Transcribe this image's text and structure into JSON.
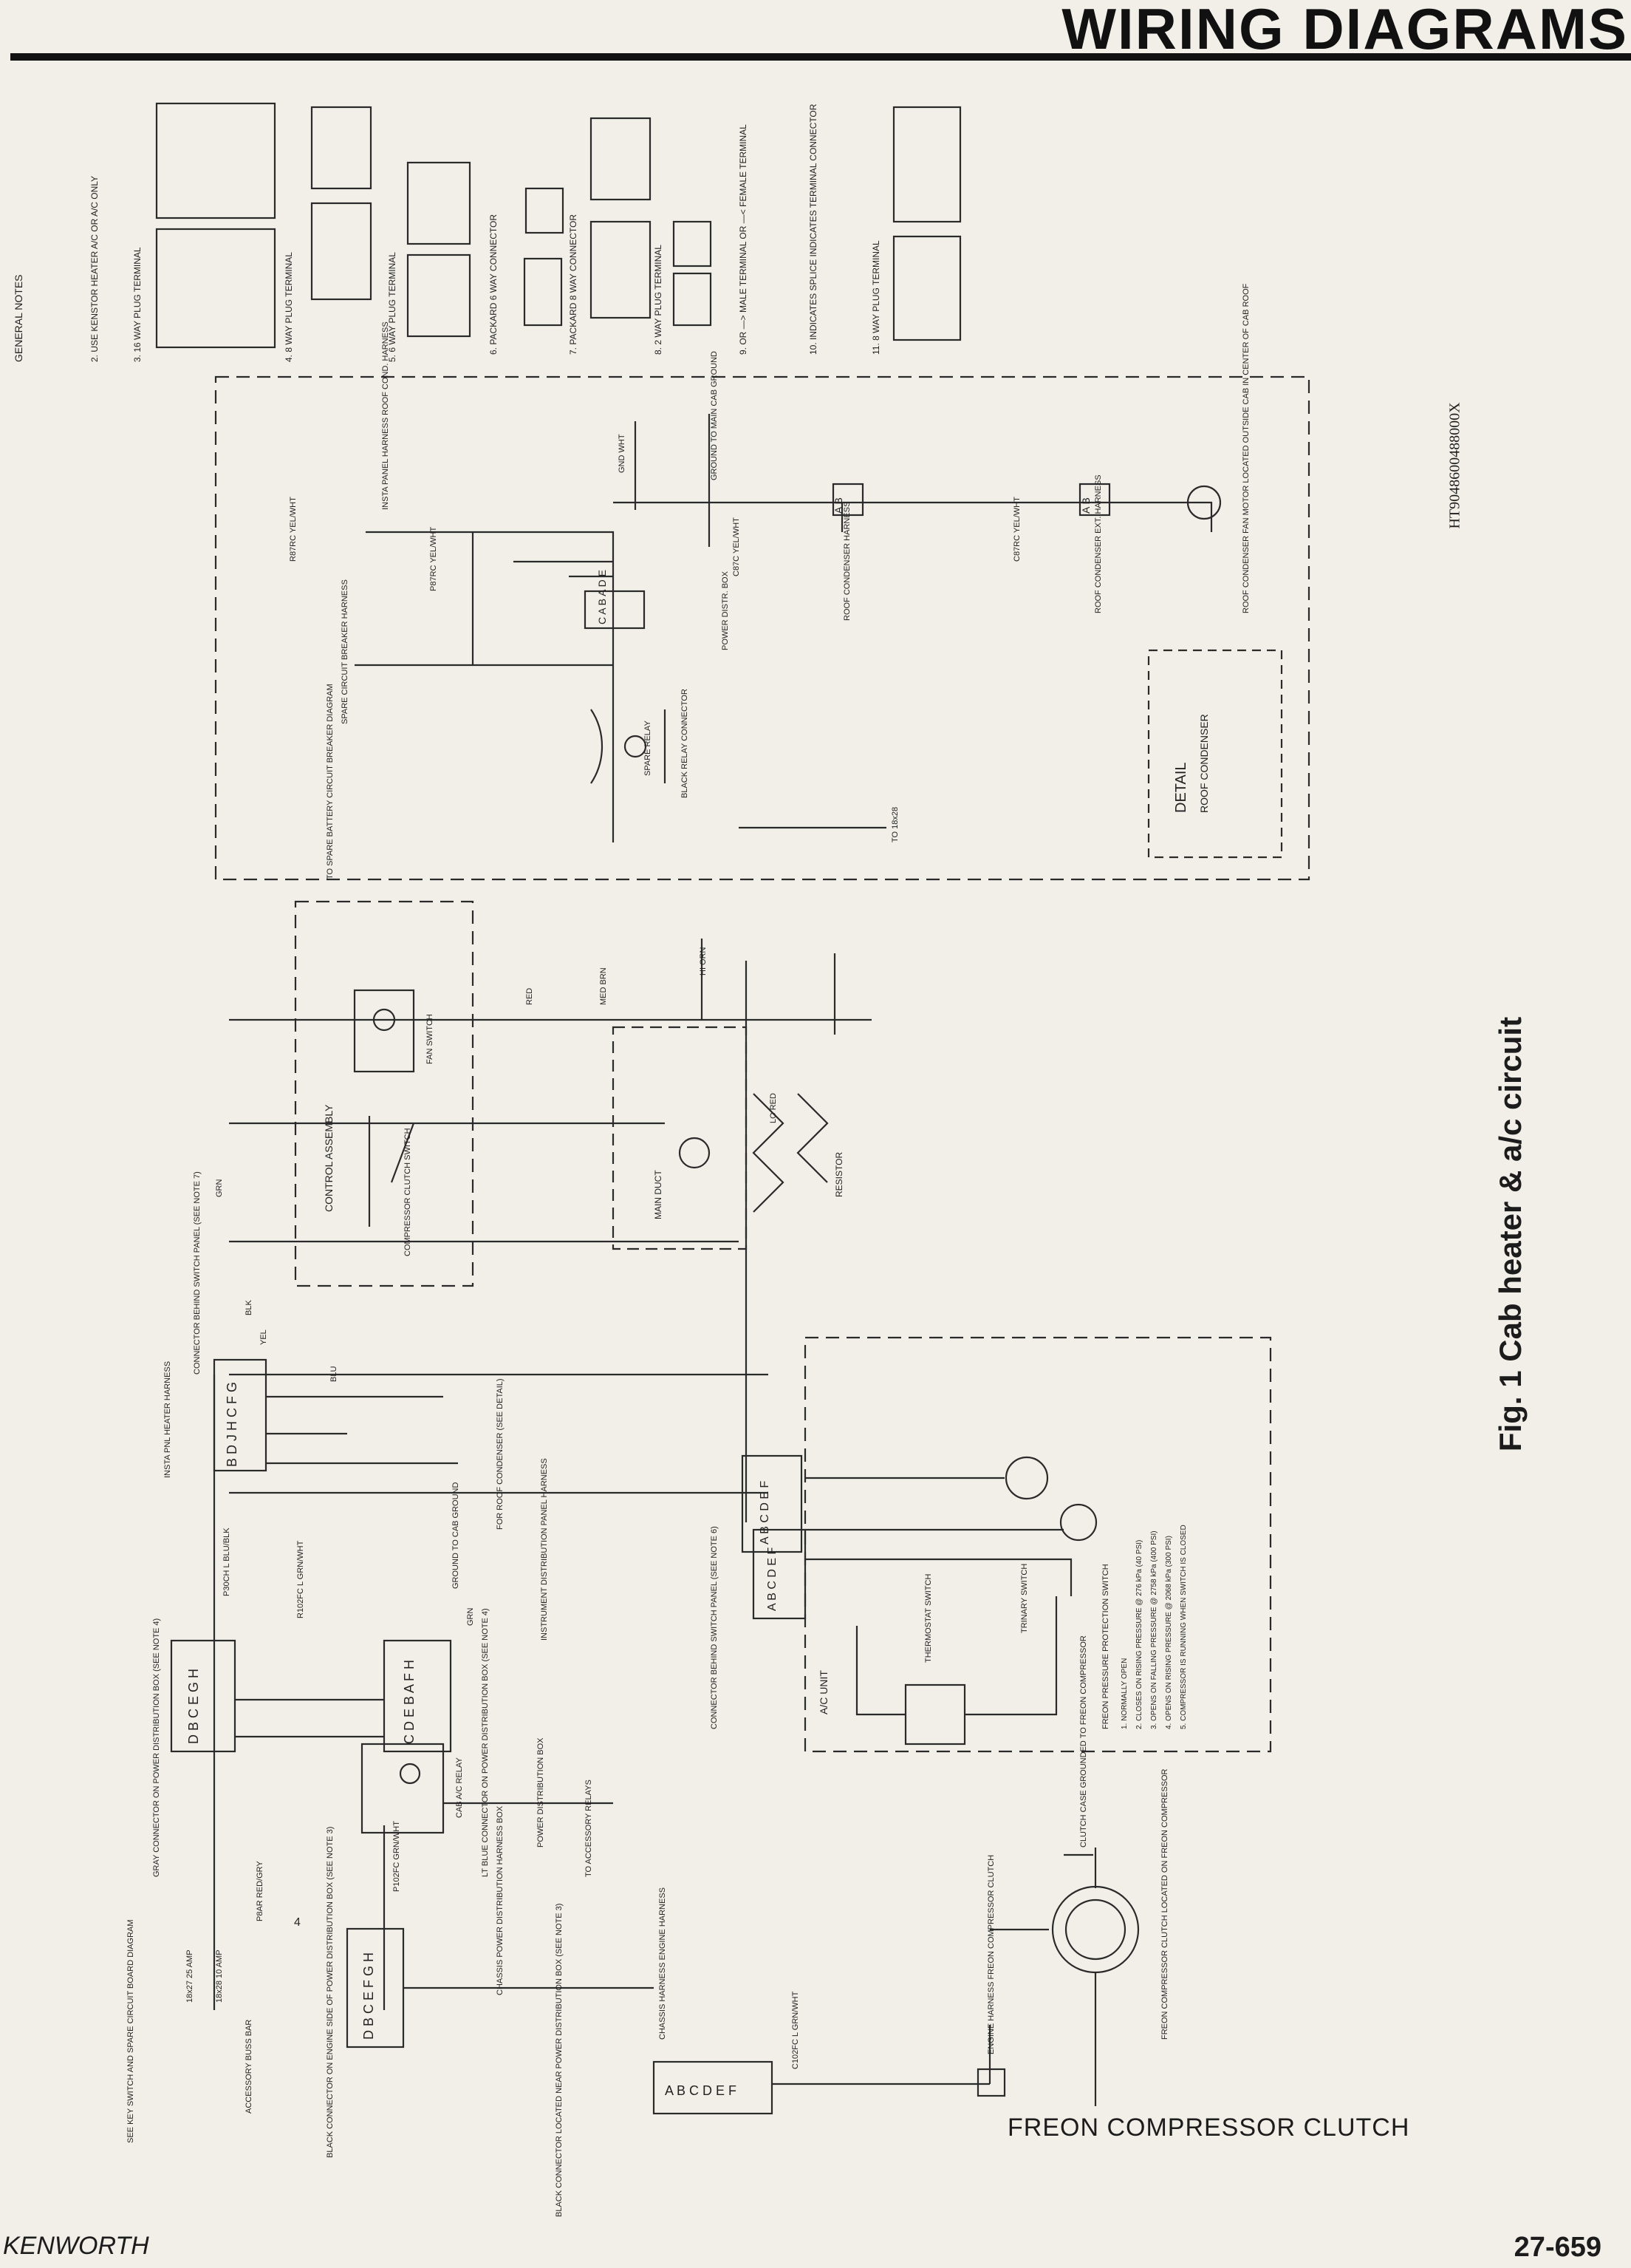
{
  "header": {
    "title": "WIRING DIAGRAMS"
  },
  "figure": {
    "caption": "Fig. 1  Cab heater & a/c circuit",
    "code": "HT9048600488000X",
    "component_label": "FREON COMPRESSOR CLUTCH"
  },
  "footer": {
    "brand": "KENWORTH",
    "page": "27-659"
  },
  "notes": {
    "heading": "GENERAL NOTES",
    "items": [
      "2.  USE KENSTOR HEATER A/C OR A/C ONLY",
      "3.  16 WAY PLUG TERMINAL",
      "4.  8 WAY PLUG TERMINAL",
      "5.  6 WAY PLUG TERMINAL",
      "6.  PACKARD 6 WAY CONNECTOR",
      "7.  PACKARD 8 WAY CONNECTOR",
      "8.  2 WAY PLUG TERMINAL",
      "9.  OR —> MALE TERMINAL   OR —< FEMALE TERMINAL",
      "10. INDICATES SPLICE   INDICATES TERMINAL CONNECTOR",
      "11. 8 WAY PLUG TERMINAL"
    ]
  },
  "labels": {
    "detail_title": "DETAIL",
    "detail_sub": "ROOF CONDENSER",
    "roof_motor": "ROOF CONDENSER FAN MOTOR LOCATED OUTSIDE CAB IN CENTER OF CAB ROOF",
    "roof_cond_ext": "ROOF CONDENSER EXT. HARNESS",
    "roof_cond_harness": "ROOF CONDENSER HARNESS",
    "ground_main": "GROUND TO MAIN CAB GROUND",
    "insta_panel": "INSTA PANEL HARNESS ROOF COND. HARNESS",
    "spare_circuit": "SPARE CIRCUIT BREAKER HARNESS",
    "spare_battery": "TO SPARE BATTERY CIRCUIT BREAKER DIAGRAM",
    "spare_relay": "SPARE RELAY",
    "black_relay": "BLACK RELAY CONNECTOR",
    "power_distr": "POWER DISTR. BOX",
    "to_18x28": "TO 18x28",
    "control_assembly": "CONTROL ASSEMBLY",
    "fan_switch": "FAN SWITCH",
    "compressor_switch": "COMPRESSOR CLUTCH SWITCH",
    "main_duct": "MAIN DUCT",
    "resistor": "RESISTOR",
    "connector_behind": "CONNECTOR BEHIND SWITCH PANEL (SEE NOTE 7)",
    "heater_harness": "INSTA PNL HEATER HARNESS",
    "for_roof": "FOR ROOF CONDENSER (SEE DETAIL)",
    "ground_cab": "GROUND TO CAB GROUND",
    "instrument_harness": "INSTRUMENT DISTRIBUTION PANEL HARNESS",
    "gray_connector": "GRAY CONNECTOR ON POWER DISTRIBUTION BOX (SEE NOTE 4)",
    "blue_connector": "LT BLUE CONNECTOR ON POWER DISTRIBUTION BOX (SEE NOTE 4)",
    "cab_ac_relay": "CAB A/C RELAY",
    "power_distribution": "POWER DISTRIBUTION BOX",
    "to_accessory": "TO ACCESSORY RELAYS",
    "connector_behind_2": "CONNECTOR BEHIND SWITCH PANEL (SEE NOTE 6)",
    "ac_unit": "A/C UNIT",
    "thermostat": "THERMOSTAT SWITCH",
    "trinary": "TRINARY SWITCH",
    "freon_pressure": "FREON PRESSURE PROTECTION SWITCH",
    "freon_notes": [
      "1. NORMALLY OPEN",
      "2. CLOSES ON RISING PRESSURE @ 276 kPa (40 PSI)",
      "3. OPENS ON FALLING PRESSURE @ 2758 kPa (400 PSI)",
      "4. OPENS ON RISING PRESSURE @ 2068 kPa (300 PSI)",
      "5. COMPRESSOR IS RUNNING WHEN SWITCH IS CLOSED"
    ],
    "clutch_case": "CLUTCH CASE GROUNDED TO FREON COMPRESSOR",
    "freon_clutch_loc": "FREON COMPRESSOR CLUTCH LOCATED ON FREON COMPRESSOR",
    "engine_harness": "ENGINE HARNESS FREON COMPRESSOR CLUTCH",
    "key_switch": "SEE KEY SWITCH AND SPARE CIRCUIT BOARD DIAGRAM",
    "accessory_bus": "ACCESSORY BUSS BAR",
    "black_connector_1": "BLACK CONNECTOR ON ENGINE SIDE OF POWER DISTRIBUTION BOX (SEE NOTE 3)",
    "black_connector_2": "BLACK CONNECTOR LOCATED NEAR POWER DISTRIBUTION BOX (SEE NOTE 3)",
    "chassis_harness": "CHASSIS HARNESS ENGINE HARNESS",
    "chassis_power": "CHASSIS POWER DISTRIBUTION HARNESS BOX"
  },
  "wires": {
    "gnd": "GND WHT",
    "c87rc": "C87RC YEL/WHT",
    "r87rc": "R87RC YEL/WHT",
    "p87rc": "P87RC YEL/WHT",
    "c87c": "C87C YEL/WHT",
    "p30ch": "P30CH L BLU/BLK",
    "p8ar": "P8AR RED/GRY",
    "r102fc": "R102FC L GRN/WHT",
    "c102fc": "C102FC L GRN/WHT",
    "p102fc": "P102FC GRN/WHT",
    "colors": [
      "RED",
      "MED BRN",
      "HI ORN",
      "LO RED",
      "YEL",
      "BLU",
      "BLK",
      "GRN",
      "GRN"
    ]
  },
  "connector_pins": {
    "condenser_a": "A B",
    "condenser_b": "A B",
    "cab_block": "C A B A D E",
    "heater_block": "B D J H C F G",
    "gray_block": "D B C E G H",
    "blue_block": "C D E B A F H",
    "chassis_block": "D B C E F G H",
    "ac_block_upper": "A B C D E F",
    "ac_block_lower": "A B C D E F",
    "engine_block": "A B C D E F",
    "splice_marker": "4"
  },
  "breakers": {
    "a": "18x27 25 AMP",
    "b": "18x28 10 AMP"
  }
}
